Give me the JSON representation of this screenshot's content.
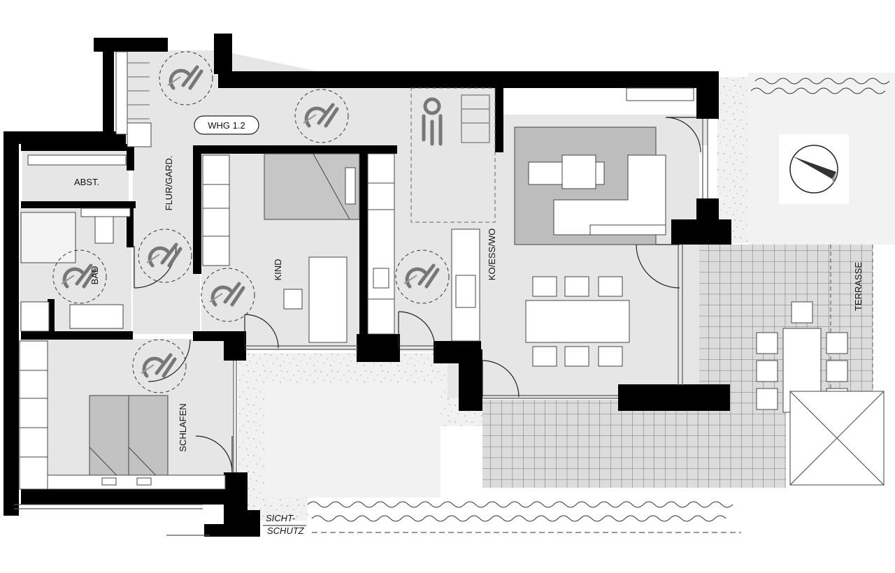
{
  "unit_label": "WHG 1.2",
  "rooms": {
    "abst": "ABST.",
    "flur": "FLUR/GARD.",
    "bad": "BAD",
    "kind": "KIND",
    "ko_ess_wo": "KO/ESS/WO",
    "schlafen": "SCHLAFEN",
    "terrasse": "TERRASSE"
  },
  "sichtschutz": {
    "line1": "SICHT-",
    "line2": "SCHUTZ"
  },
  "symbols": {
    "wheelchair": "wheelchair-turning-circle-icon",
    "north": "north-arrow-icon",
    "person": "person-accessibility-icon"
  },
  "colors": {
    "wall": "#000000",
    "floor": "#e6e6e6",
    "furniture": "#ffffff",
    "rug": "#bdbdbd",
    "terrace_tiles": "#dcdcdc",
    "gravel": "#efefef"
  }
}
